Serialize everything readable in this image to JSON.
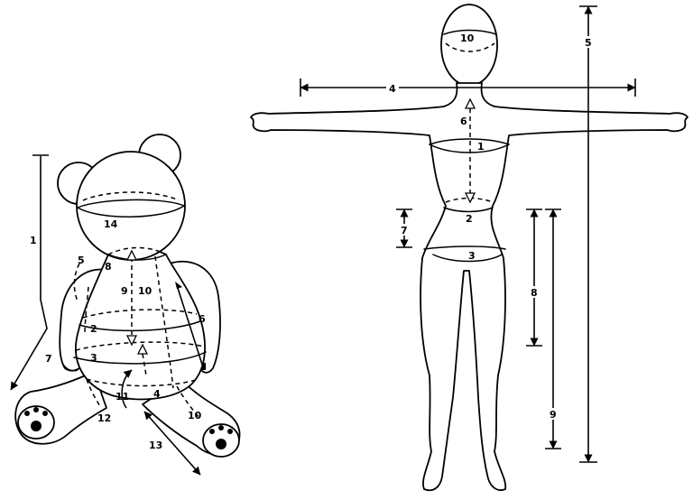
{
  "bear": {
    "labels": [
      "1",
      "2",
      "3",
      "4",
      "5",
      "6",
      "7",
      "8",
      "9",
      "10",
      "10",
      "11",
      "12",
      "13",
      "14"
    ]
  },
  "human": {
    "labels": [
      "1",
      "2",
      "3",
      "4",
      "5",
      "6",
      "7",
      "8",
      "9",
      "10"
    ]
  }
}
